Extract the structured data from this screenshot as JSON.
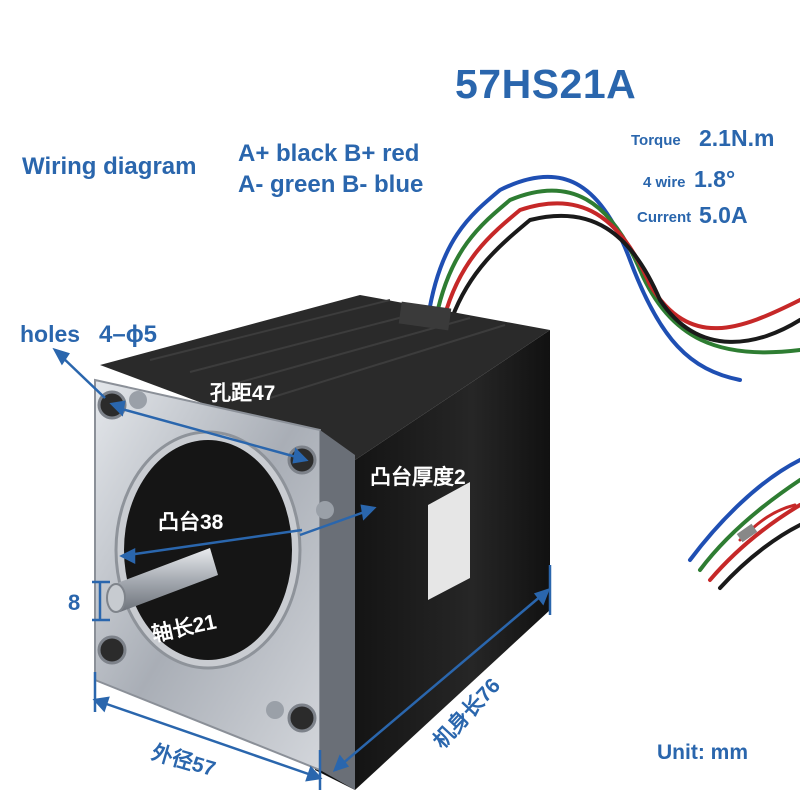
{
  "model": "57HS21A",
  "wiring": {
    "title": "Wiring diagram",
    "line1": "A+ black  B+ red",
    "line2": "A- green  B- blue"
  },
  "specs": {
    "torque_label": "Torque",
    "torque_value": "2.1N.m",
    "wire_label": "4 wire",
    "step_angle": "1.8°",
    "current_label": "Current",
    "current_value": "5.0A"
  },
  "dimensions": {
    "holes_label": "holes",
    "holes_value": "4–ϕ5",
    "hole_pitch": "孔距47",
    "boss_thickness": "凸台厚度2",
    "boss_diameter": "凸台38",
    "shaft_diameter": "8",
    "shaft_length": "轴长21",
    "outer_size": "外径57",
    "body_length": "机身长76"
  },
  "unit": "Unit: mm",
  "colors": {
    "label": "#2a66ad",
    "motor_body": "#1b1b1b",
    "flange": "#b9bec6",
    "wire_black": "#1a1a1a",
    "wire_red": "#c62828",
    "wire_green": "#2e7d32",
    "wire_blue": "#1f4fb3"
  }
}
